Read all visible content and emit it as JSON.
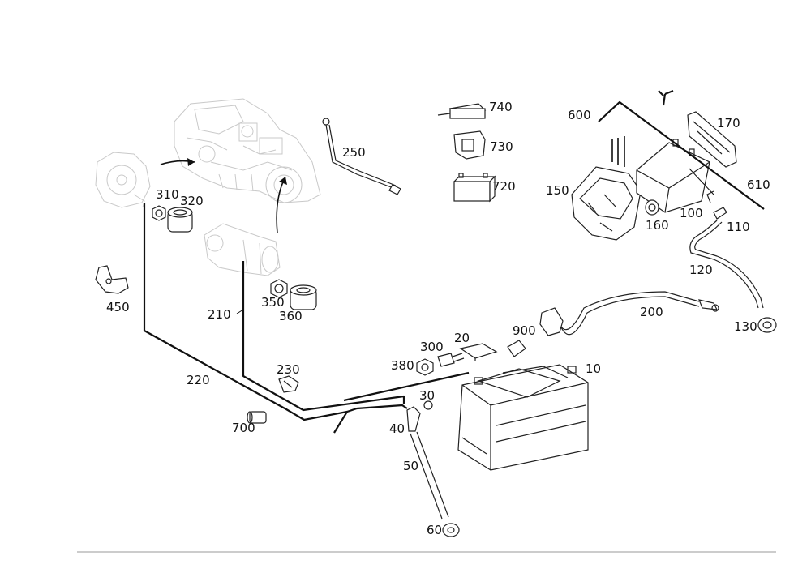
{
  "parts": {
    "p10": "10",
    "p20": "20",
    "p30": "30",
    "p40": "40",
    "p50": "50",
    "p60": "60",
    "p100": "100",
    "p110": "110",
    "p120": "120",
    "p130": "130",
    "p150": "150",
    "p160": "160",
    "p170": "170",
    "p200": "200",
    "p210": "210",
    "p220": "220",
    "p230": "230",
    "p250": "250",
    "p300": "300",
    "p310": "310",
    "p320": "320",
    "p350": "350",
    "p360": "360",
    "p380": "380",
    "p450": "450",
    "p600": "600",
    "p610": "610",
    "p700": "700",
    "p720": "720",
    "p730": "730",
    "p740": "740",
    "p900": "900"
  }
}
